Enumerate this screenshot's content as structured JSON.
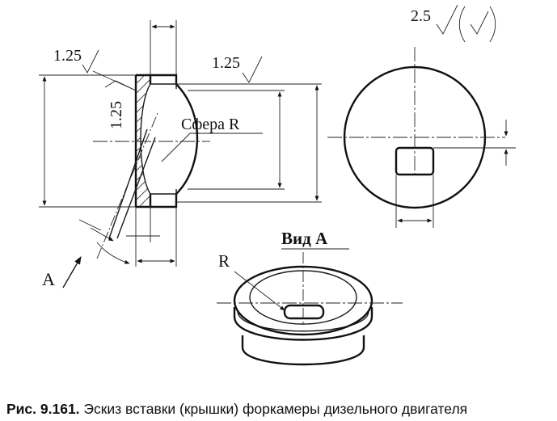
{
  "drawing": {
    "roughness_top_left": "1.25",
    "roughness_top_right": "1.25",
    "roughness_vertical": "1.25",
    "roughness_corner_value": "2.5",
    "sphere_label": "Сфера R",
    "view_label": "Вид А",
    "view_arrow_label": "A",
    "radius_label": "R"
  },
  "caption": {
    "number": "Рис. 9.161.",
    "text": " Эскиз вставки (крышки) форкамеры дизельного двигателя"
  }
}
